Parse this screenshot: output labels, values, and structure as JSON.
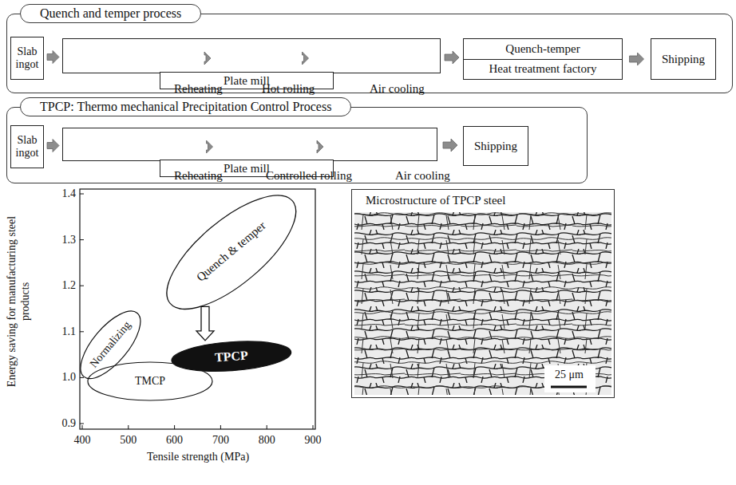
{
  "diagram": {
    "nodes": [
      {
        "text": [
          "Quench and temper process"
        ]
      },
      {
        "text": [
          "Slab ingot"
        ],
        "in": 0
      },
      {
        "text": [
          "Plate mill"
        ],
        "in": 0
      },
      {
        "text": [
          "Reheating"
        ],
        "in": 2
      },
      {
        "text": [
          "Hot rolling"
        ],
        "in": 2
      },
      {
        "text": [
          "Air cooling"
        ],
        "in": 2
      },
      {
        "text": [
          "Quench-temper",
          "Heat treatment factory"
        ],
        "in": 0
      },
      {
        "text": [
          "Shipping"
        ],
        "in": 0
      },
      {
        "text": [
          "TPCP: Thermo mechanical Precipitation Control Process"
        ]
      },
      {
        "text": [
          "Slab ingot"
        ],
        "in": 8
      },
      {
        "text": [
          "Plate mill"
        ],
        "in": 8
      },
      {
        "text": [
          "Reheating"
        ],
        "in": 10
      },
      {
        "text": [
          "Controlled rolling"
        ],
        "in": 10
      },
      {
        "text": [
          "Air cooling"
        ],
        "in": 10
      },
      {
        "text": [
          "Shipping"
        ],
        "in": 8
      },
      {
        "text": [
          "Quench & temper"
        ]
      },
      {
        "text": [
          "Normalizing"
        ]
      },
      {
        "text": [
          "TPCP"
        ]
      },
      {
        "text": [
          "TMCP"
        ]
      },
      {
        "text": [
          "Microstructure of TPCP steel"
        ]
      }
    ],
    "edges": [
      {
        "from": 1,
        "to": 2,
        "arrow": "to"
      },
      {
        "from": 2,
        "to": 6,
        "arrow": "to"
      },
      {
        "from": 6,
        "to": 7,
        "arrow": "to"
      },
      {
        "from": 3,
        "to": 4,
        "arrow": "to"
      },
      {
        "from": 4,
        "to": 5,
        "arrow": "to"
      },
      {
        "from": 9,
        "to": 10,
        "arrow": "to"
      },
      {
        "from": 10,
        "to": 14,
        "arrow": "to"
      },
      {
        "from": 11,
        "to": 12,
        "arrow": "to"
      },
      {
        "from": 12,
        "to": 13,
        "arrow": "to"
      },
      {
        "from": 15,
        "to": 17,
        "arrow": "to"
      }
    ],
    "labels": [
      "1.4",
      "1.3",
      "1.2",
      "1.1",
      "1.0",
      "0.9",
      "400",
      "500",
      "600",
      "700",
      "800",
      "900",
      "Energy saving for manufacturing steel products",
      "Tensile strength (MPa)",
      "25 μm"
    ]
  }
}
